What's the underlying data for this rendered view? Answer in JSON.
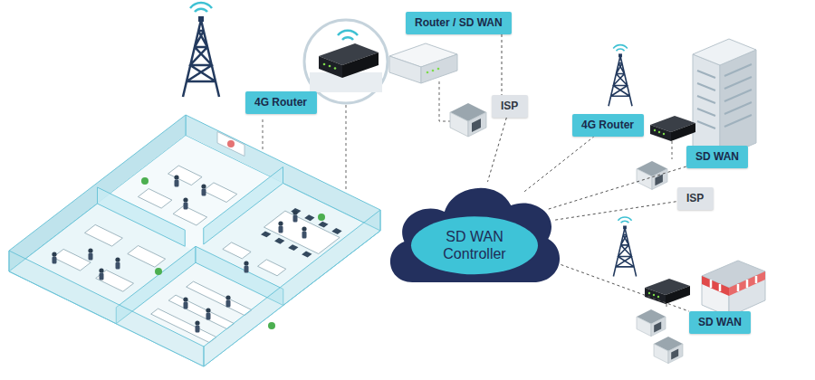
{
  "diagram": {
    "nodes": [
      {
        "text": [
          "Router / SD WAN"
        ]
      },
      {
        "text": [
          "4G Router"
        ]
      },
      {
        "text": [
          "ISP"
        ]
      },
      {
        "text": [
          "SD WAN Controller"
        ]
      },
      {
        "text": [
          "4G Router"
        ]
      },
      {
        "text": [
          "SD WAN"
        ]
      },
      {
        "text": [
          "ISP"
        ]
      },
      {
        "text": [
          "SD WAN"
        ]
      }
    ],
    "edges": [
      {
        "from": 0,
        "to": 2,
        "arrow": "none"
      },
      {
        "from": 2,
        "to": 3,
        "arrow": "none"
      },
      {
        "from": 3,
        "to": 4,
        "arrow": "none"
      },
      {
        "from": 3,
        "to": 5,
        "arrow": "none"
      },
      {
        "from": 3,
        "to": 6,
        "arrow": "none"
      },
      {
        "from": 3,
        "to": 7,
        "arrow": "none"
      }
    ]
  }
}
